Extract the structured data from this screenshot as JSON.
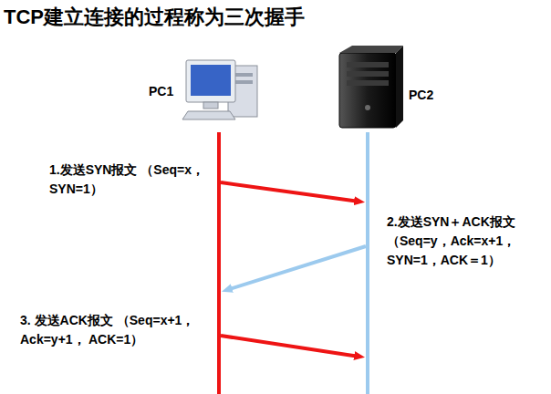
{
  "diagram": {
    "title": "TCP建立连接的过程称为三次握手",
    "nodes": [
      {
        "text": [
          "PC1"
        ]
      },
      {
        "text": [
          "PC2"
        ]
      }
    ],
    "edges": [
      {
        "from": 0,
        "to": 1,
        "arrow": "to",
        "label": "1.发送SYN报文 （Seq=x，SYN=1）"
      },
      {
        "from": 1,
        "to": 0,
        "arrow": "to",
        "label": "2.发送SYN＋ACK报文 （Seq=y，Ack=x+1， SYN=1，ACK＝1）"
      },
      {
        "from": 0,
        "to": 1,
        "arrow": "to",
        "label": "3. 发送ACK报文 （Seq=x+1，Ack=y+1， ACK=1）"
      }
    ]
  }
}
